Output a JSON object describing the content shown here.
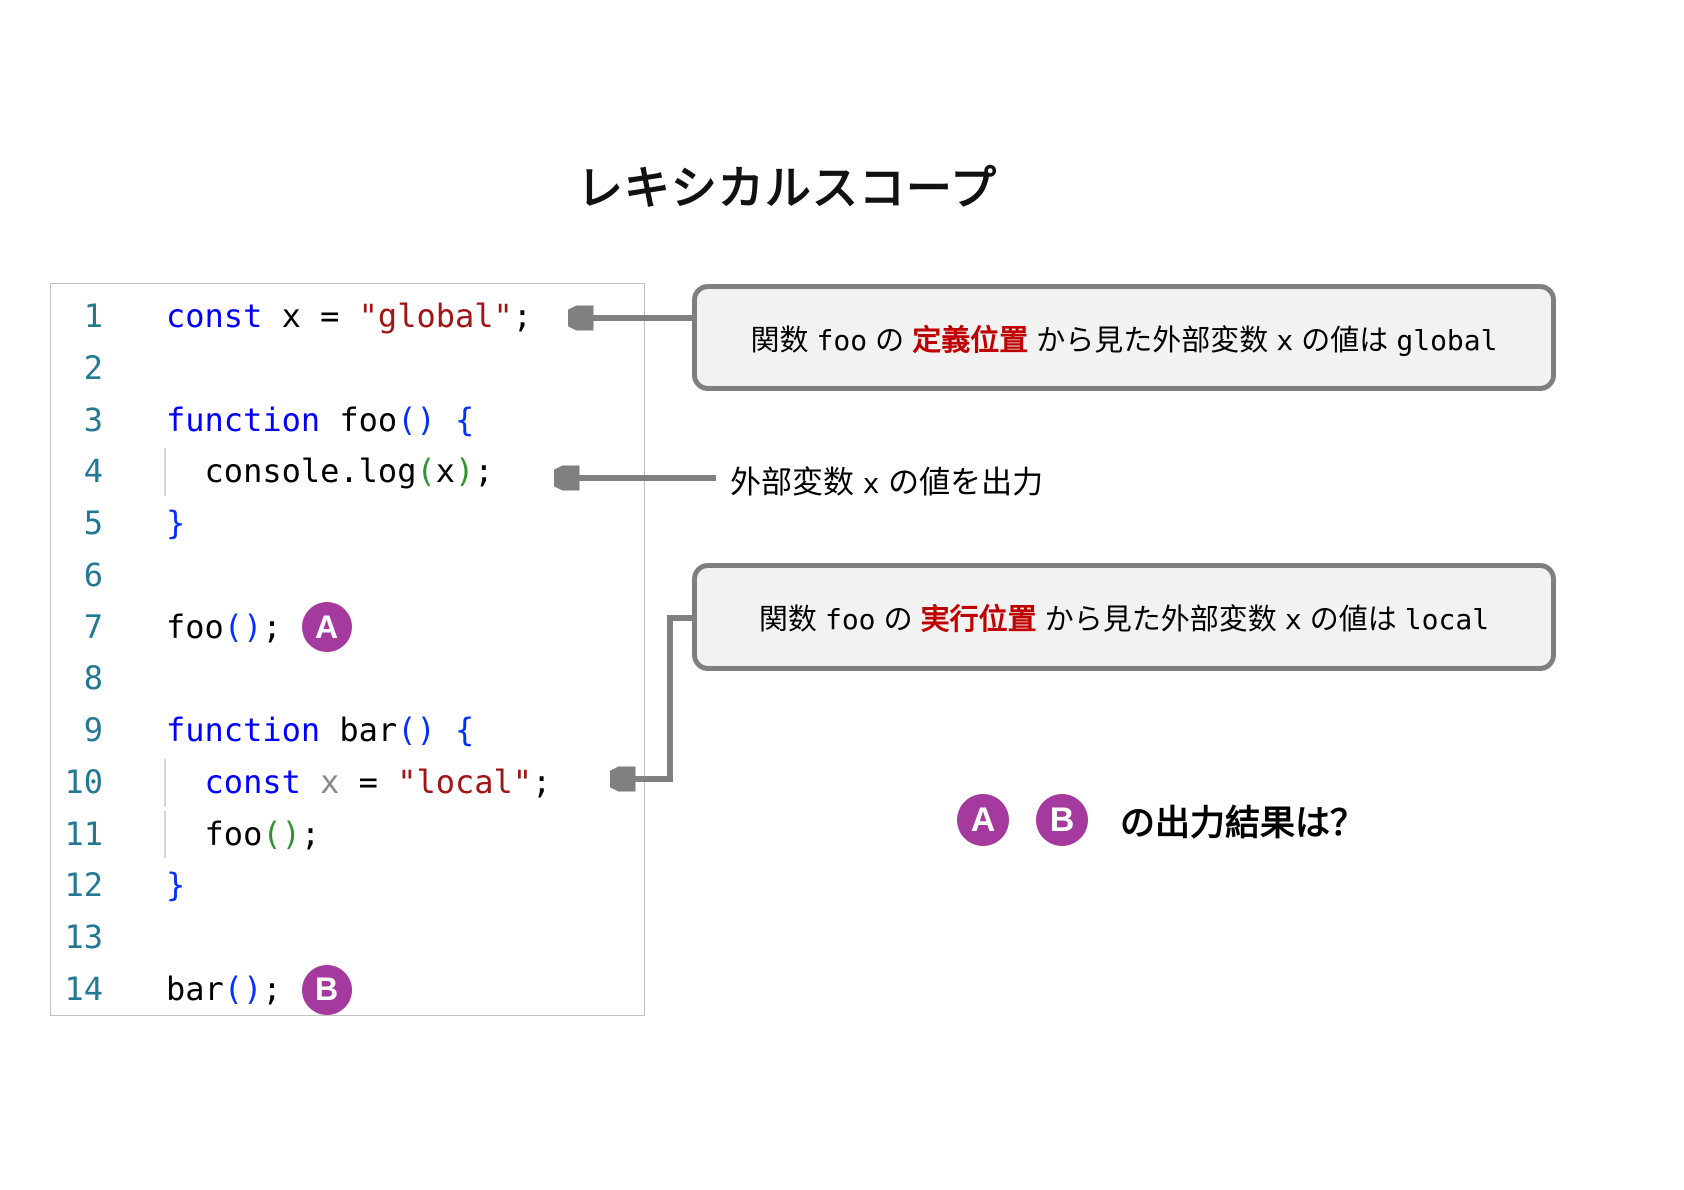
{
  "title": "レキシカルスコープ",
  "colors": {
    "badge_purple": "#a43a9e",
    "emphasis_red": "#c00000",
    "keyword_blue": "#0000ff",
    "string_red": "#a31515",
    "bracket_blue": "#0431fa",
    "bracket_green": "#319331",
    "line_number_teal": "#237893",
    "connector_gray": "#808080",
    "callout_fill": "#f2f2f2"
  },
  "code_panel": {
    "lines": [
      {
        "num": "1",
        "guide": false,
        "badge": null,
        "tokens": [
          {
            "t": "const",
            "c": "kw"
          },
          {
            "t": " x = ",
            "c": "pl"
          },
          {
            "t": "\"global\"",
            "c": "str"
          },
          {
            "t": ";",
            "c": "pl"
          }
        ]
      },
      {
        "num": "2",
        "guide": false,
        "badge": null,
        "tokens": []
      },
      {
        "num": "3",
        "guide": false,
        "badge": null,
        "tokens": [
          {
            "t": "function",
            "c": "kw"
          },
          {
            "t": " foo",
            "c": "pl"
          },
          {
            "t": "()",
            "c": "b0"
          },
          {
            "t": " ",
            "c": "pl"
          },
          {
            "t": "{",
            "c": "b0"
          }
        ]
      },
      {
        "num": "4",
        "guide": true,
        "badge": null,
        "tokens": [
          {
            "t": "  console.log",
            "c": "pl"
          },
          {
            "t": "(",
            "c": "b1"
          },
          {
            "t": "x",
            "c": "pl"
          },
          {
            "t": ")",
            "c": "b1"
          },
          {
            "t": ";",
            "c": "pl"
          }
        ]
      },
      {
        "num": "5",
        "guide": false,
        "badge": null,
        "tokens": [
          {
            "t": "}",
            "c": "b0"
          }
        ]
      },
      {
        "num": "6",
        "guide": false,
        "badge": null,
        "tokens": []
      },
      {
        "num": "7",
        "guide": false,
        "badge": "A",
        "tokens": [
          {
            "t": "foo",
            "c": "pl"
          },
          {
            "t": "()",
            "c": "b0"
          },
          {
            "t": ";",
            "c": "pl"
          }
        ]
      },
      {
        "num": "8",
        "guide": false,
        "badge": null,
        "tokens": []
      },
      {
        "num": "9",
        "guide": false,
        "badge": null,
        "tokens": [
          {
            "t": "function",
            "c": "kw"
          },
          {
            "t": " bar",
            "c": "pl"
          },
          {
            "t": "()",
            "c": "b0"
          },
          {
            "t": " ",
            "c": "pl"
          },
          {
            "t": "{",
            "c": "b0"
          }
        ]
      },
      {
        "num": "10",
        "guide": true,
        "badge": null,
        "tokens": [
          {
            "t": "  ",
            "c": "pl"
          },
          {
            "t": "const",
            "c": "kw"
          },
          {
            "t": " ",
            "c": "pl"
          },
          {
            "t": "x",
            "c": "dim"
          },
          {
            "t": " = ",
            "c": "pl"
          },
          {
            "t": "\"local\"",
            "c": "str"
          },
          {
            "t": ";",
            "c": "pl"
          }
        ]
      },
      {
        "num": "11",
        "guide": true,
        "badge": null,
        "tokens": [
          {
            "t": "  foo",
            "c": "pl"
          },
          {
            "t": "()",
            "c": "b1"
          },
          {
            "t": ";",
            "c": "pl"
          }
        ]
      },
      {
        "num": "12",
        "guide": false,
        "badge": null,
        "tokens": [
          {
            "t": "}",
            "c": "b0"
          }
        ]
      },
      {
        "num": "13",
        "guide": false,
        "badge": null,
        "tokens": []
      },
      {
        "num": "14",
        "guide": false,
        "badge": "B",
        "tokens": [
          {
            "t": "bar",
            "c": "pl"
          },
          {
            "t": "()",
            "c": "b0"
          },
          {
            "t": ";",
            "c": "pl"
          }
        ]
      }
    ]
  },
  "callouts": {
    "definition": {
      "p1": "関数 ",
      "p2": "foo",
      "p3": " の ",
      "p4": "定義位置",
      "p5": " から見た外部変数 ",
      "p6": "x",
      "p7": " の値は ",
      "p8": "global"
    },
    "execution": {
      "p1": "関数 ",
      "p2": "foo",
      "p3": " の ",
      "p4": "実行位置",
      "p5": " から見た外部変数 ",
      "p6": "x",
      "p7": " の値は ",
      "p8": "local"
    }
  },
  "label_output": {
    "p1": "外部変数 ",
    "p2": "x",
    "p3": " の値を出力"
  },
  "question": {
    "badge_a": "A",
    "badge_b": "B",
    "text": "の出力結果は？"
  }
}
